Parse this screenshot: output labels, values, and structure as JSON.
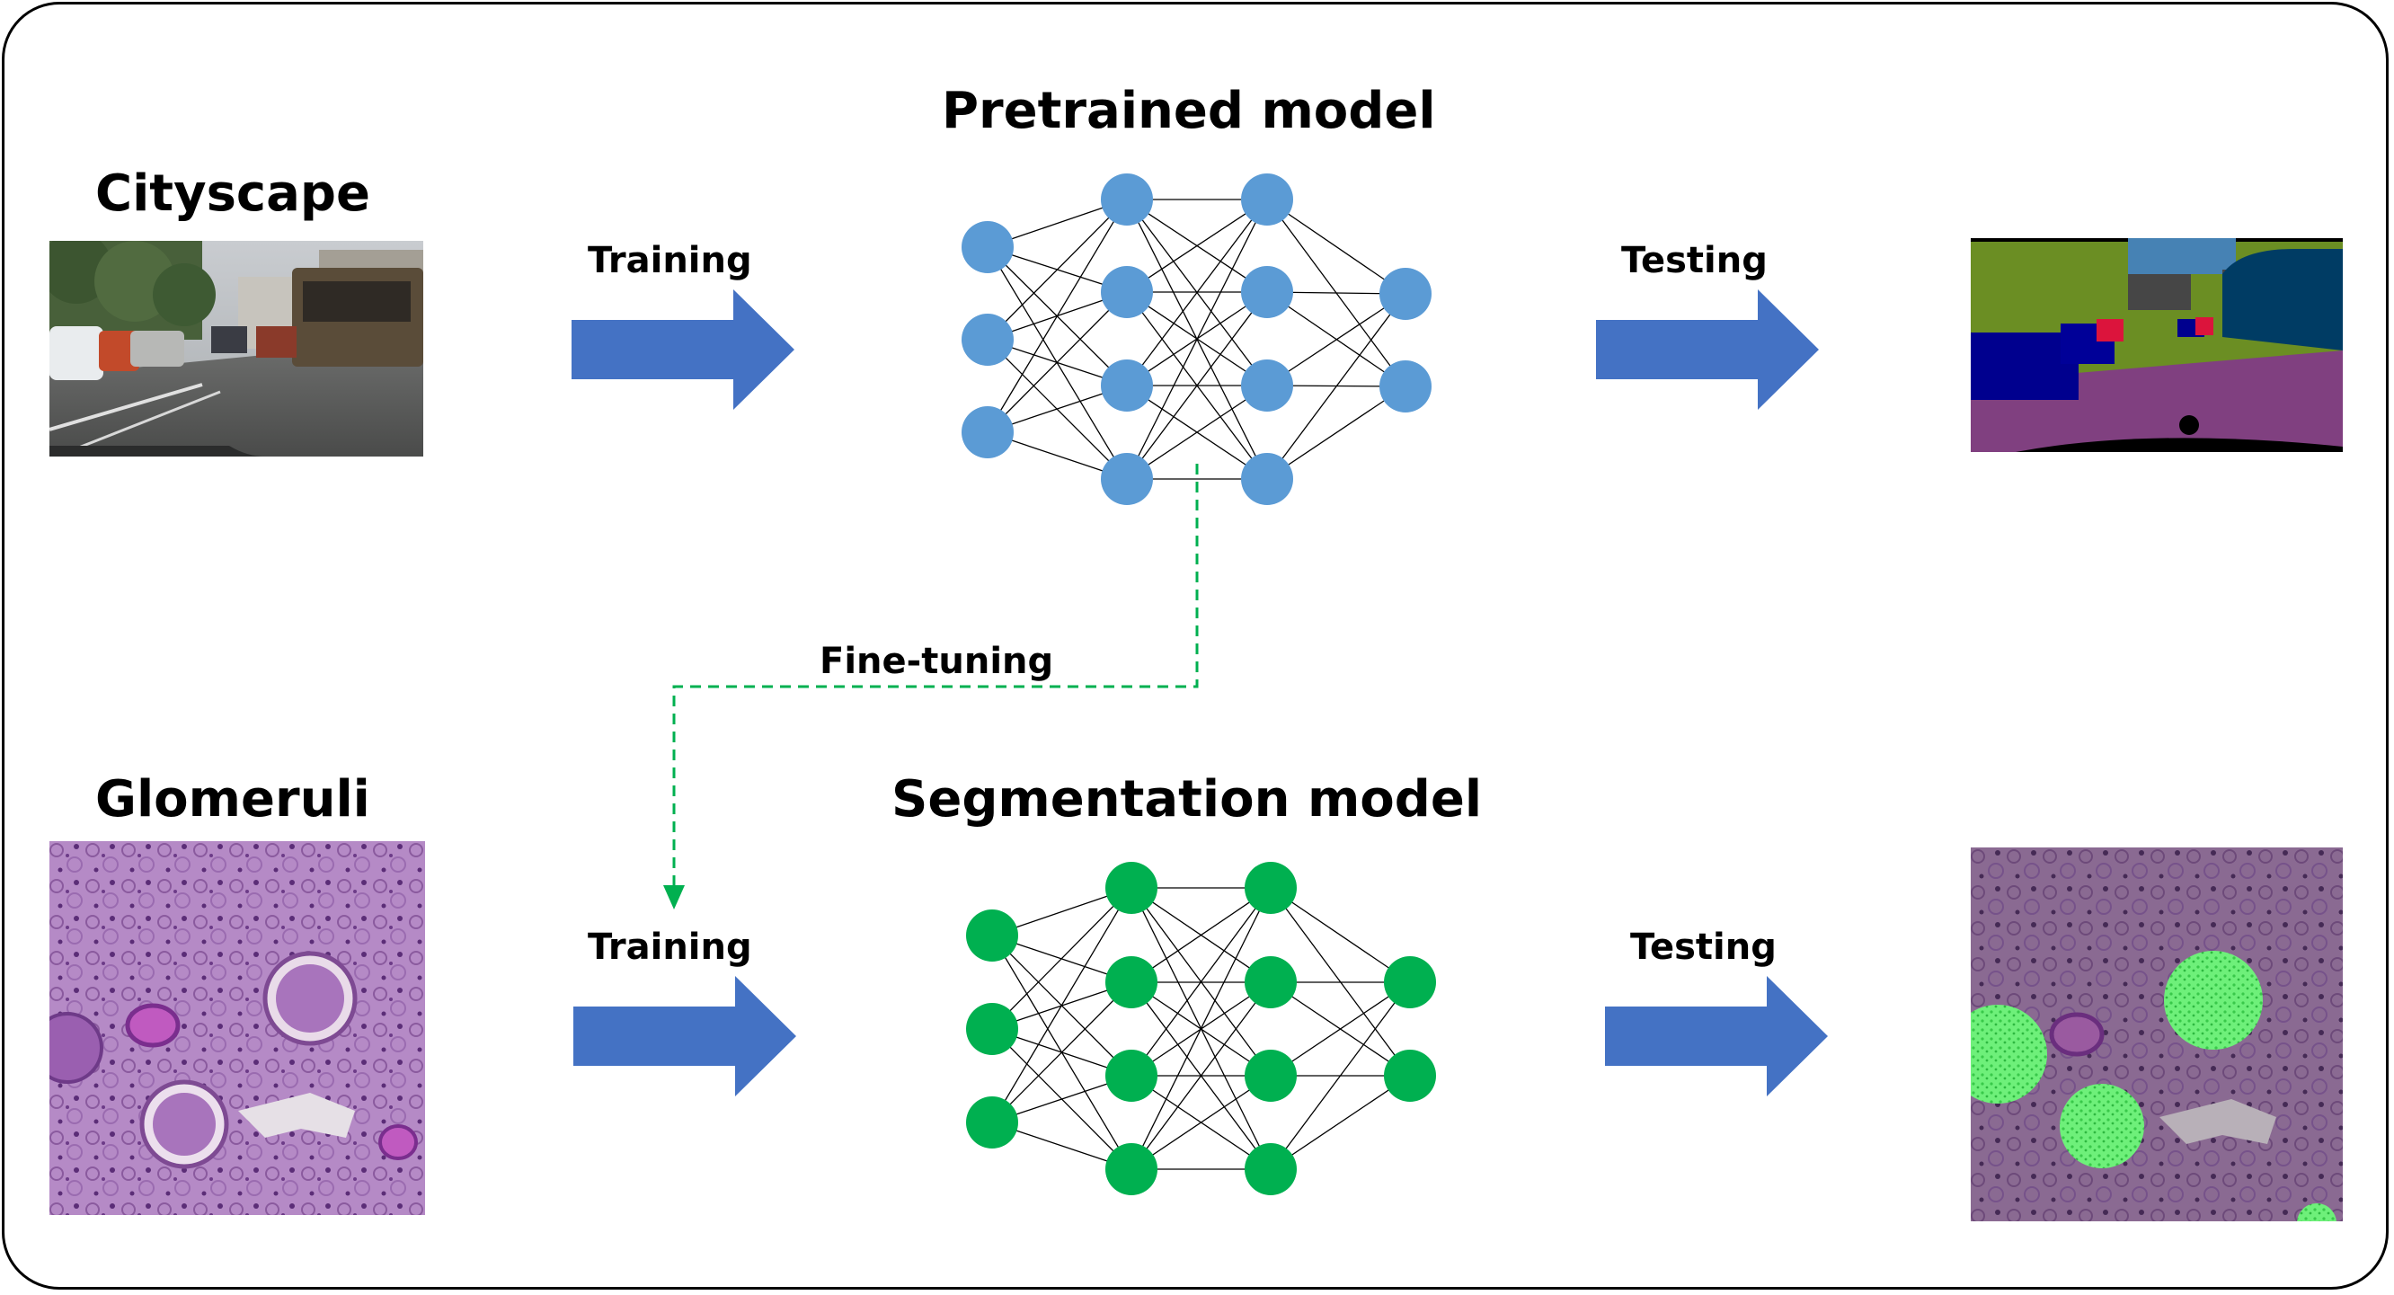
{
  "top": {
    "dataset_title": "Cityscape",
    "model_title": "Pretrained model",
    "train_label": "Training",
    "test_label": "Testing"
  },
  "bottom": {
    "dataset_title": "Glomeruli",
    "model_title": "Segmentation model",
    "train_label": "Training",
    "test_label": "Testing"
  },
  "transfer_label": "Fine-tuning",
  "colors": {
    "arrow": "#4472c4",
    "pretrained_node": "#5b9bd5",
    "segmentation_node": "#00b050",
    "finetune_line": "#00b050",
    "edge": "#000000"
  },
  "network_layers": [
    3,
    4,
    4,
    2
  ]
}
